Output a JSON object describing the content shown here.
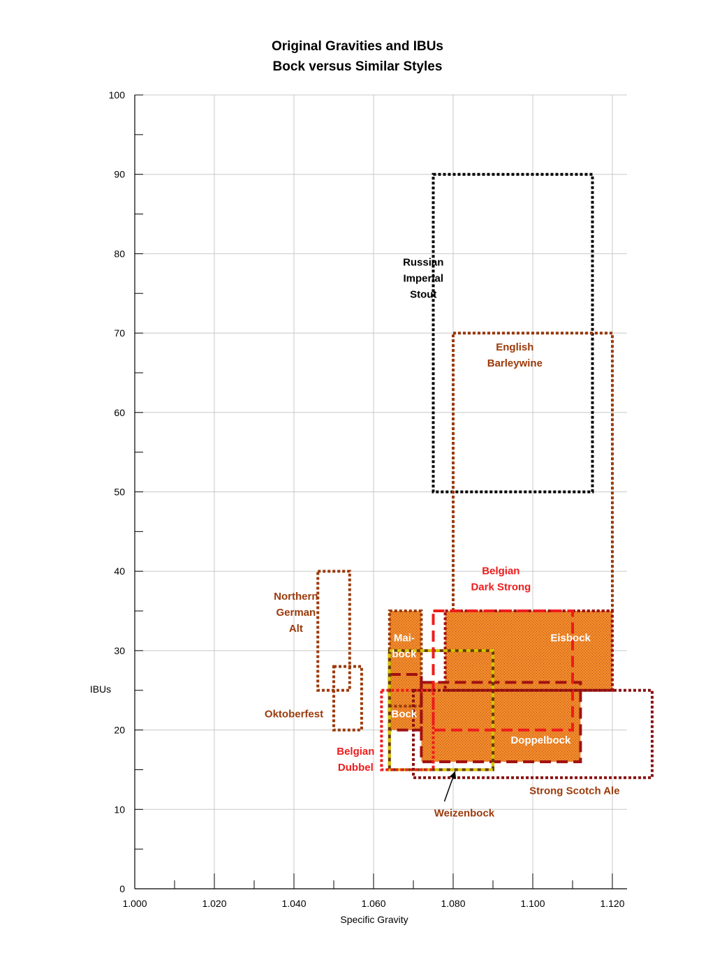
{
  "chart_data": {
    "type": "range-box",
    "title": "Original Gravities and IBUs",
    "subtitle": "Bock versus Similar Styles",
    "xlabel": "Specific Gravity",
    "ylabel": "IBUs",
    "xlim": [
      1.0,
      1.12
    ],
    "ylim": [
      0,
      100
    ],
    "x_ticks": [
      "1.000",
      "1.020",
      "1.040",
      "1.060",
      "1.080",
      "1.100",
      "1.120"
    ],
    "x_tick_values": [
      1.0,
      1.02,
      1.04,
      1.06,
      1.08,
      1.1,
      1.12
    ],
    "y_ticks": [
      "0",
      "10",
      "20",
      "30",
      "40",
      "50",
      "60",
      "70",
      "80",
      "90",
      "100"
    ],
    "y_tick_values": [
      0,
      10,
      20,
      30,
      40,
      50,
      60,
      70,
      80,
      90,
      100
    ],
    "grid": true,
    "styles": [
      {
        "name": "Russian Imperial Stout",
        "og": [
          1.075,
          1.115
        ],
        "ibu": [
          50,
          90
        ],
        "color": "#000000",
        "fill": false,
        "dash": "dotted"
      },
      {
        "name": "English Barleywine",
        "og": [
          1.08,
          1.12
        ],
        "ibu": [
          35,
          70
        ],
        "color": "#9b3a0a",
        "fill": false,
        "dash": "dotted"
      },
      {
        "name": "Northern German Alt",
        "og": [
          1.046,
          1.054
        ],
        "ibu": [
          25,
          40
        ],
        "color": "#9b3a0a",
        "fill": false,
        "dash": "dotted"
      },
      {
        "name": "Oktoberfest",
        "og": [
          1.05,
          1.057
        ],
        "ibu": [
          20,
          28
        ],
        "color": "#9b3a0a",
        "fill": false,
        "dash": "dotted"
      },
      {
        "name": "Eisbock",
        "og": [
          1.078,
          1.12
        ],
        "ibu": [
          25,
          35
        ],
        "color": "#a01010",
        "fill": true,
        "dash": "dotted"
      },
      {
        "name": "Maibock",
        "og": [
          1.064,
          1.072
        ],
        "ibu": [
          23,
          35
        ],
        "color": "#9b3a0a",
        "fill": true,
        "dash": "dotted"
      },
      {
        "name": "Bock",
        "og": [
          1.064,
          1.072
        ],
        "ibu": [
          20,
          27
        ],
        "color": "#a01010",
        "fill": true,
        "dash": "dashed"
      },
      {
        "name": "Doppelbock",
        "og": [
          1.072,
          1.112
        ],
        "ibu": [
          16,
          26
        ],
        "color": "#a01010",
        "fill": true,
        "dash": "dashed"
      },
      {
        "name": "Weizenbock",
        "og": [
          1.064,
          1.09
        ],
        "ibu": [
          15,
          30
        ],
        "color": "#d8c400",
        "fill": false,
        "dash": "striped"
      },
      {
        "name": "Belgian Dubbel",
        "og": [
          1.062,
          1.075
        ],
        "ibu": [
          15,
          25
        ],
        "color": "#ee1c1c",
        "fill": false,
        "dash": "dotted"
      },
      {
        "name": "Belgian Dark Strong",
        "og": [
          1.075,
          1.11
        ],
        "ibu": [
          20,
          35
        ],
        "color": "#ee1c1c",
        "fill": false,
        "dash": "dashed"
      },
      {
        "name": "Strong Scotch Ale",
        "og": [
          1.07,
          1.13
        ],
        "ibu": [
          14,
          25
        ],
        "color": "#8a1010",
        "fill": false,
        "dash": "dotted"
      }
    ],
    "labels": [
      {
        "lines": [
          "Russian",
          "Imperial",
          "Stout"
        ],
        "x": 1.0725,
        "y": 78.5,
        "color": "#000000"
      },
      {
        "lines": [
          "English",
          "Barleywine"
        ],
        "x": 1.0955,
        "y": 67.8,
        "color": "#9b3a0a"
      },
      {
        "lines": [
          "Northern",
          "German",
          "Alt"
        ],
        "x": 1.0405,
        "y": 36.4,
        "color": "#9b3a0a"
      },
      {
        "lines": [
          "Oktoberfest"
        ],
        "x": 1.04,
        "y": 21.6,
        "color": "#9b3a0a"
      },
      {
        "lines": [
          "Belgian",
          "Dark Strong"
        ],
        "x": 1.092,
        "y": 39.6,
        "color": "#ee1c1c"
      },
      {
        "lines": [
          "Eisbock"
        ],
        "x": 1.1095,
        "y": 31.2,
        "color": "#ffffff"
      },
      {
        "lines": [
          "Mai-",
          "bock"
        ],
        "x": 1.0677,
        "y": 31.2,
        "color": "#ffffff"
      },
      {
        "lines": [
          "Bock"
        ],
        "x": 1.0677,
        "y": 21.6,
        "color": "#ffffff"
      },
      {
        "lines": [
          "Doppelbock"
        ],
        "x": 1.102,
        "y": 18.3,
        "color": "#ffffff"
      },
      {
        "lines": [
          "Belgian",
          "Dubbel"
        ],
        "x": 1.0555,
        "y": 16.9,
        "color": "#ee1c1c"
      },
      {
        "lines": [
          "Strong Scotch Ale"
        ],
        "x": 1.1105,
        "y": 11.9,
        "color": "#9b3a0a"
      },
      {
        "lines": [
          "Weizenbock"
        ],
        "x": 1.0828,
        "y": 9.1,
        "color": "#9b3a0a"
      }
    ],
    "arrow": {
      "from": [
        1.0778,
        11.0
      ],
      "to": [
        1.0805,
        14.8
      ]
    }
  }
}
